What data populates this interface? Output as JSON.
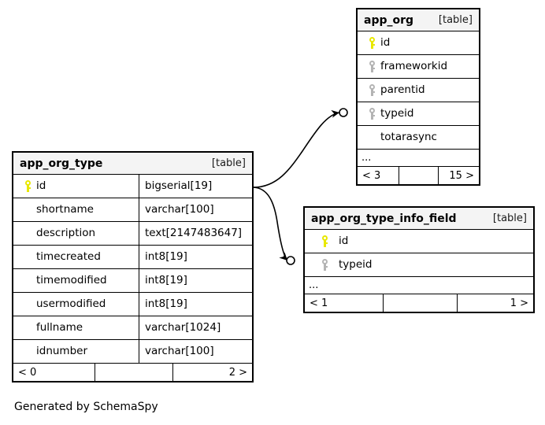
{
  "diagram": {
    "caption": "Generated by SchemaSpy",
    "background": "#ffffff",
    "border_color": "#000000",
    "header_fill": "#f4f4f4",
    "pk_key_color": "#e8e800",
    "fk_key_color": "#b4b4b4",
    "table_tag": "[table]",
    "ellipsis": "..."
  },
  "tables": [
    {
      "id": "app_org",
      "name": "app_org",
      "tag": "[table]",
      "columns": [
        {
          "name": "id",
          "key": "pk",
          "type": ""
        },
        {
          "name": "frameworkid",
          "key": "fk",
          "type": ""
        },
        {
          "name": "parentid",
          "key": "fk",
          "type": ""
        },
        {
          "name": "typeid",
          "key": "fk",
          "type": ""
        },
        {
          "name": "totarasync",
          "key": "none",
          "type": ""
        }
      ],
      "more_indicator": "...",
      "footer": {
        "left": "< 3",
        "middle": "",
        "right": "15 >"
      }
    },
    {
      "id": "app_org_type",
      "name": "app_org_type",
      "tag": "[table]",
      "columns": [
        {
          "name": "id",
          "key": "pk",
          "type": "bigserial[19]"
        },
        {
          "name": "shortname",
          "key": "none",
          "type": "varchar[100]"
        },
        {
          "name": "description",
          "key": "none",
          "type": "text[2147483647]"
        },
        {
          "name": "timecreated",
          "key": "none",
          "type": "int8[19]"
        },
        {
          "name": "timemodified",
          "key": "none",
          "type": "int8[19]"
        },
        {
          "name": "usermodified",
          "key": "none",
          "type": "int8[19]"
        },
        {
          "name": "fullname",
          "key": "none",
          "type": "varchar[1024]"
        },
        {
          "name": "idnumber",
          "key": "none",
          "type": "varchar[100]"
        }
      ],
      "more_indicator": "",
      "footer": {
        "left": "< 0",
        "middle": "",
        "right": "2 >"
      }
    },
    {
      "id": "app_org_type_info_field",
      "name": "app_org_type_info_field",
      "tag": "[table]",
      "columns": [
        {
          "name": "id",
          "key": "pk",
          "type": ""
        },
        {
          "name": "typeid",
          "key": "fk",
          "type": ""
        }
      ],
      "more_indicator": "...",
      "footer": {
        "left": "< 1",
        "middle": "",
        "right": "1 >"
      }
    }
  ],
  "relationships": [
    {
      "from": "app_org_type.id",
      "to": "app_org.typeid",
      "cardinality_from": "one",
      "cardinality_to": "many"
    },
    {
      "from": "app_org_type.id",
      "to": "app_org_type_info_field.typeid",
      "cardinality_from": "one",
      "cardinality_to": "many"
    }
  ]
}
